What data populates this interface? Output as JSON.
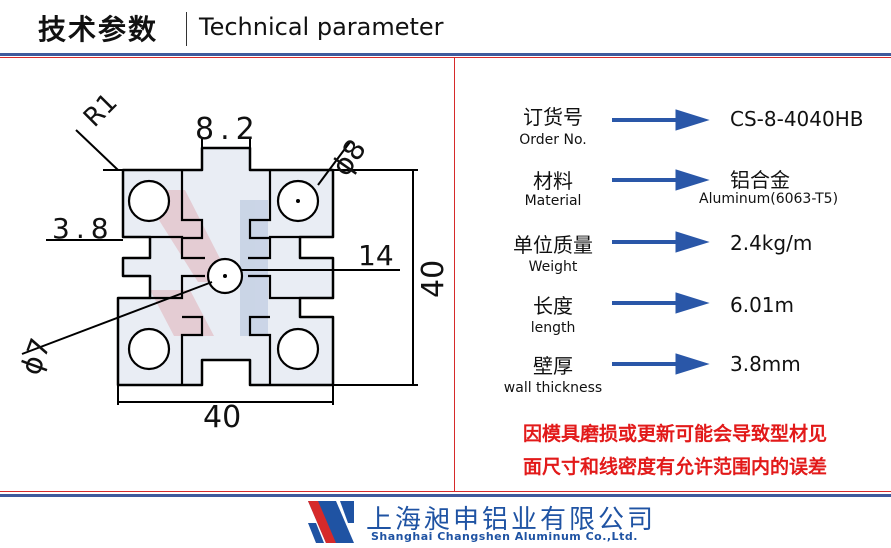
{
  "header": {
    "title_cn": "技术参数",
    "title_en": "Technical parameter"
  },
  "drawing": {
    "dim_r1": "R1",
    "dim_8_2": "8.2",
    "dim_phi8": "ϕ8",
    "dim_3_8": "3.8",
    "dim_14": "14",
    "dim_40_vertical": "40",
    "dim_phi7": "ϕ7",
    "dim_40_horizontal": "40"
  },
  "specs": [
    {
      "label_cn": "订货号",
      "label_en": "Order No.",
      "value": "CS-8-4040HB"
    },
    {
      "label_cn": "材料",
      "label_en": "Material",
      "value": "铝合金",
      "value_sub": "Aluminum(6063-T5)"
    },
    {
      "label_cn": "单位质量",
      "label_en": "Weight",
      "value": "2.4kg/m"
    },
    {
      "label_cn": "长度",
      "label_en": "length",
      "value": "6.01m"
    },
    {
      "label_cn": "壁厚",
      "label_en": "wall thickness",
      "value": "3.8mm"
    }
  ],
  "notice": {
    "line1": "因模具磨损或更新可能会导致型材见",
    "line2": "面尺寸和线密度有允许范围内的误差"
  },
  "footer": {
    "company_cn": "上海昶申铝业有限公司",
    "company_en": "Shanghai  Changshen Aluminum  Co.,Ltd."
  },
  "colors": {
    "accent_blue": "#2a57a8",
    "rule_blue": "#3f5a9c",
    "notice_red": "#e21a1a",
    "logo_red": "#d62a2a"
  }
}
